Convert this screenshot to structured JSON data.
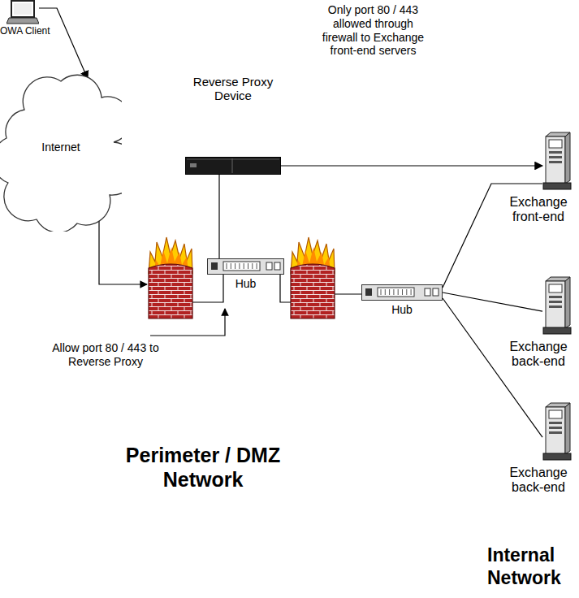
{
  "diagram": {
    "nodes": [
      {
        "text": [
          "OWA Client"
        ]
      },
      {
        "text": [
          "Internet"
        ]
      },
      {
        "text": [
          "Reverse Proxy Device"
        ]
      },
      {
        "text": [
          "Hub"
        ]
      },
      {
        "text": [
          "Hub"
        ]
      },
      {
        "text": [
          "Exchange front-end"
        ]
      },
      {
        "text": [
          "Exchange back-end"
        ]
      },
      {
        "text": [
          "Exchange back-end"
        ]
      }
    ],
    "edges": [
      {
        "from": 0,
        "to": 1,
        "arrow": "to"
      },
      {
        "from": 2,
        "to": 3,
        "arrow": "none"
      },
      {
        "from": 2,
        "to": 5,
        "arrow": "to"
      },
      {
        "from": 4,
        "to": 5,
        "arrow": "none"
      },
      {
        "from": 4,
        "to": 6,
        "arrow": "none"
      },
      {
        "from": 4,
        "to": 7,
        "arrow": "none"
      }
    ],
    "labels": [
      "Only port 80 / 443 allowed through firewall to Exchange front-end servers",
      "Allow port 80 / 443 to Reverse Proxy",
      "Perimeter / DMZ Network",
      "Internal Network"
    ]
  }
}
